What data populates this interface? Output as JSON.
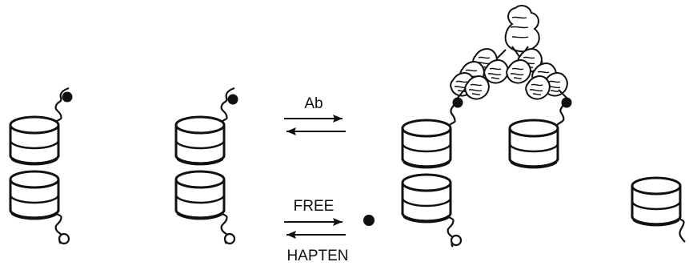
{
  "labels": {
    "antibody": "Ab",
    "free_hapten_line1": "FREE",
    "free_hapten_line2": "HAPTEN"
  },
  "colors": {
    "ink": "#111111",
    "cylinder_fill": "#ffffff",
    "hapten": "#111111",
    "probe": "#ffffff"
  },
  "icons": {
    "antibody": "antibody-y-shape-icon",
    "cylinder": "barrel-cylinder-icon",
    "filled_dot": "hapten-dot-icon",
    "open_dot": "open-circle-probe-icon"
  }
}
